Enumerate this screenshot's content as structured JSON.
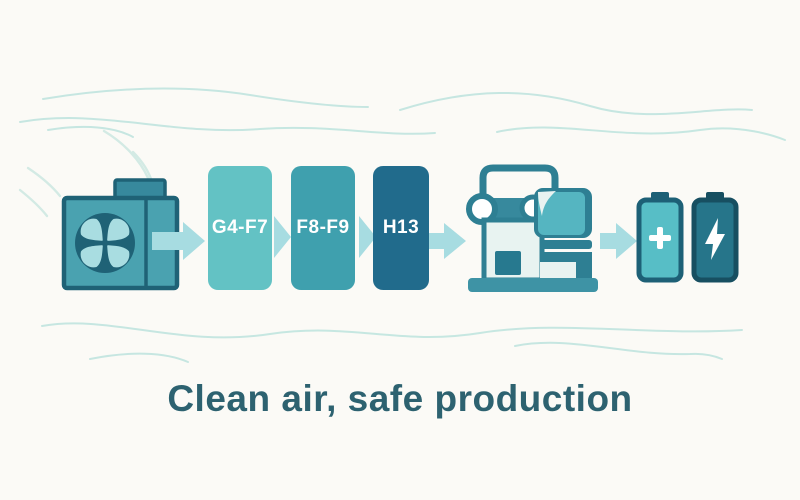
{
  "caption": {
    "text": "Clean air, safe production"
  },
  "flow": {
    "filters": [
      {
        "label": "G4-F7"
      },
      {
        "label": "F8-F9"
      },
      {
        "label": "H13"
      }
    ],
    "icons": {
      "source": "fan-unit-icon",
      "machine": "production-machine-icon",
      "battery_plus": "battery-plus-icon",
      "battery_bolt": "battery-lightning-icon",
      "arrows": "flow-arrow-icon",
      "waves": "air-wave-lines"
    }
  },
  "colors": {
    "background": "#fbfaf6",
    "wave": "#b9e2dc",
    "wave_light": "#cfe9e3",
    "filter_1": "#63c2c4",
    "filter_2": "#3fa0ae",
    "filter_3": "#216b8c",
    "arrow": "#a7dce1",
    "caption": "#2d6270",
    "dark_teal": "#1f6276",
    "body_teal": "#4aa2b0",
    "cap_teal": "#37899d",
    "blade_light": "#a9dde1",
    "machine_dark": "#2e7f93",
    "machine_mid": "#3e93a5",
    "machine_light": "#e8f3f1",
    "machine_accent": "#27798f",
    "sheet_teal": "#55b5c1",
    "batt1_fill": "#57bec6",
    "batt1_stroke": "#1d6076",
    "batt2_fill": "#26758a",
    "batt2_stroke": "#174f61"
  }
}
